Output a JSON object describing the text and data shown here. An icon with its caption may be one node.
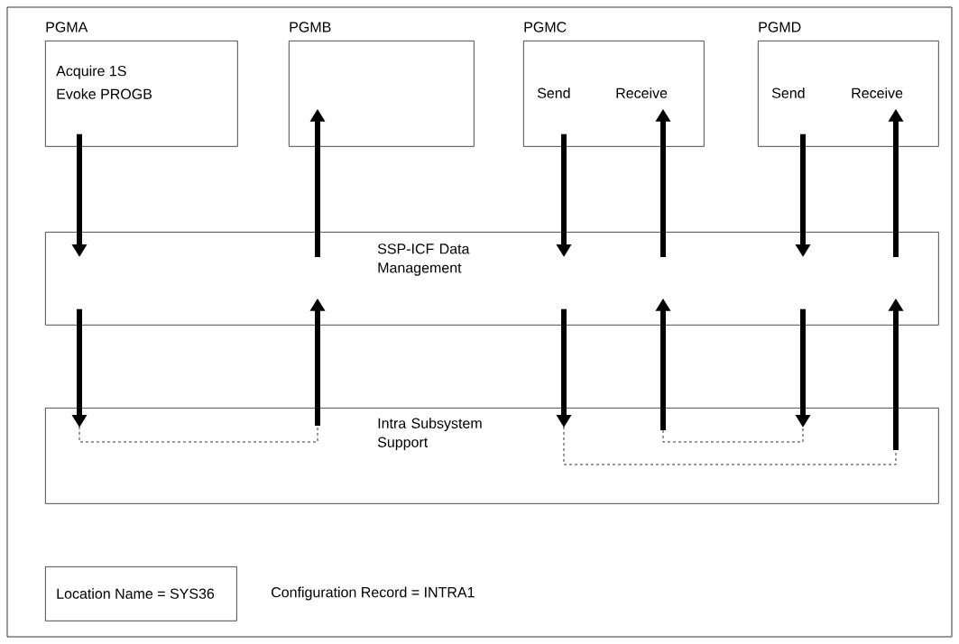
{
  "diagram": {
    "nodes": [
      {
        "text": [
          "PGMA",
          "Acquire 1S",
          "Evoke PROGB"
        ]
      },
      {
        "text": [
          "PGMB"
        ]
      },
      {
        "text": [
          "PGMC",
          "Send",
          "Receive"
        ]
      },
      {
        "text": [
          "PGMD",
          "Send",
          "Receive"
        ]
      },
      {
        "text": [
          "SSP-ICF Data Management"
        ]
      },
      {
        "text": [
          "Intra Subsystem Support"
        ]
      },
      {
        "text": [
          "Location Name = SYS36"
        ]
      }
    ],
    "edges": [
      {
        "from": 0,
        "to": 4,
        "arrow": "to"
      },
      {
        "from": 4,
        "to": 1,
        "arrow": "to"
      },
      {
        "from": 2,
        "to": 4,
        "arrow": "to"
      },
      {
        "from": 4,
        "to": 2,
        "arrow": "to"
      },
      {
        "from": 3,
        "to": 4,
        "arrow": "to"
      },
      {
        "from": 4,
        "to": 3,
        "arrow": "to"
      },
      {
        "from": 4,
        "to": 5,
        "arrow": "to"
      },
      {
        "from": 5,
        "to": 4,
        "arrow": "to"
      },
      {
        "from": 4,
        "to": 5,
        "arrow": "to"
      },
      {
        "from": 5,
        "to": 4,
        "arrow": "to"
      },
      {
        "from": 4,
        "to": 5,
        "arrow": "to"
      },
      {
        "from": 5,
        "to": 4,
        "arrow": "to"
      }
    ],
    "labels": [
      "Configuration Record = INTRA1"
    ]
  }
}
